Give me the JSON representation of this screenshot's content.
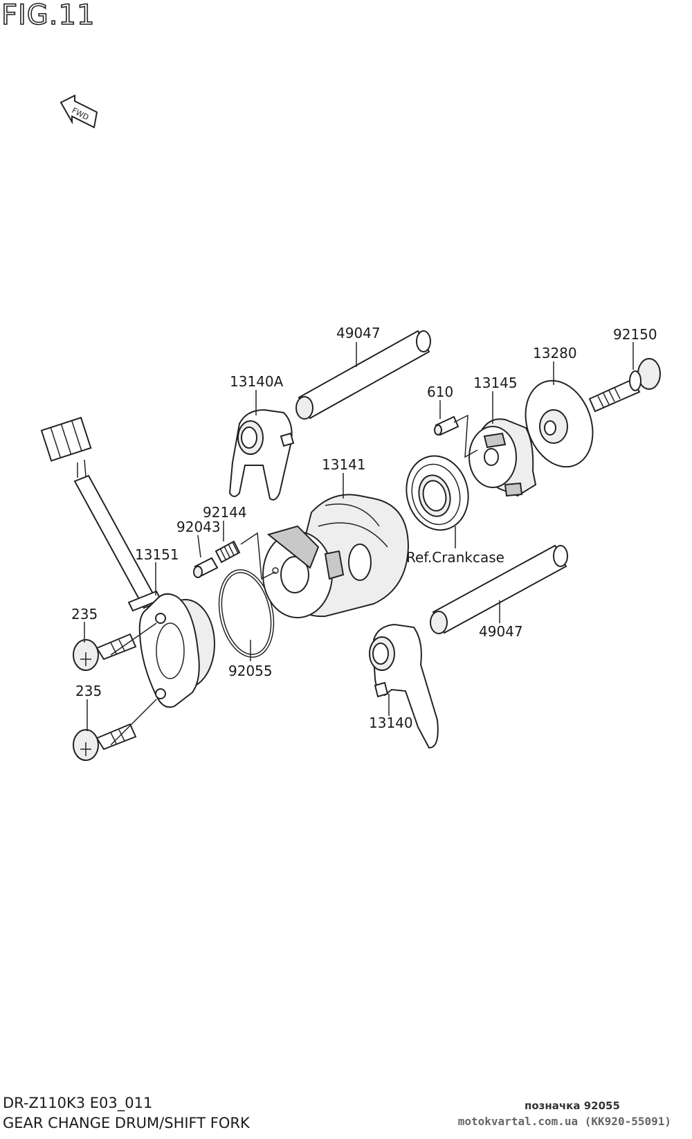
{
  "figure": {
    "title": "FIG.11",
    "fwd_label": "FWD"
  },
  "parts": {
    "p49047_top": "49047",
    "p92150": "92150",
    "p13280": "13280",
    "p13140A": "13140A",
    "p13145": "13145",
    "p610": "610",
    "p13141": "13141",
    "p92144": "92144",
    "p92043": "92043",
    "p13151": "13151",
    "p235_top": "235",
    "p235_bottom": "235",
    "p92055": "92055",
    "p49047_bottom": "49047",
    "p13140": "13140",
    "ref_crankcase": "Ref.Crankcase"
  },
  "footer": {
    "model": "DR-Z110K3 E03_011",
    "caption": "GEAR CHANGE DRUM/SHIFT FORK",
    "note": "позначка 92055",
    "site": "motokvartal.com.ua (KK920-55091)"
  }
}
